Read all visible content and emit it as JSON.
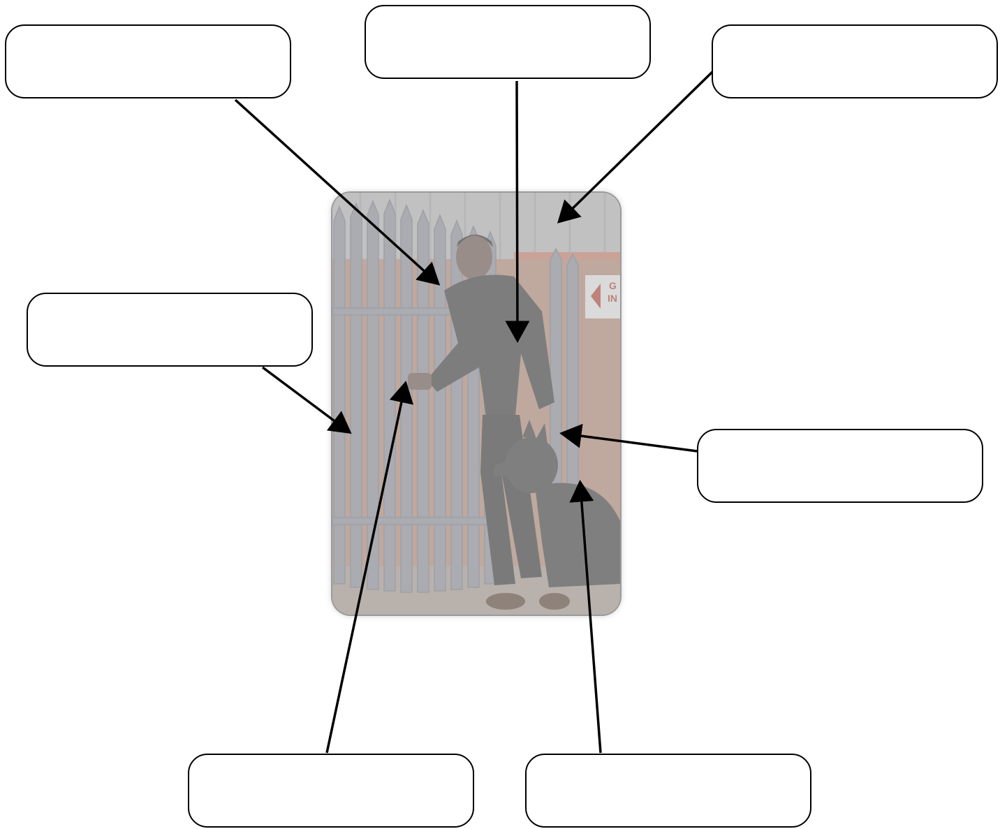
{
  "diagram": {
    "photo": {
      "subject": "security-guard-with-dog-at-fence",
      "sign_text": "G\nIN",
      "colors": {
        "wall": "#b58a78",
        "fence": "#8f929b",
        "sky": "#c9c9c9",
        "guard": "#3c3c3e",
        "dog": "#404042",
        "frame_wash": "rgba(205,205,205,0.45)"
      }
    },
    "labels": [
      {
        "id": "top-left",
        "text": ""
      },
      {
        "id": "top-center",
        "text": ""
      },
      {
        "id": "top-right",
        "text": ""
      },
      {
        "id": "middle-left",
        "text": ""
      },
      {
        "id": "middle-right",
        "text": ""
      },
      {
        "id": "bottom-left",
        "text": ""
      },
      {
        "id": "bottom-center",
        "text": ""
      }
    ],
    "arrow_color": "#000000"
  }
}
